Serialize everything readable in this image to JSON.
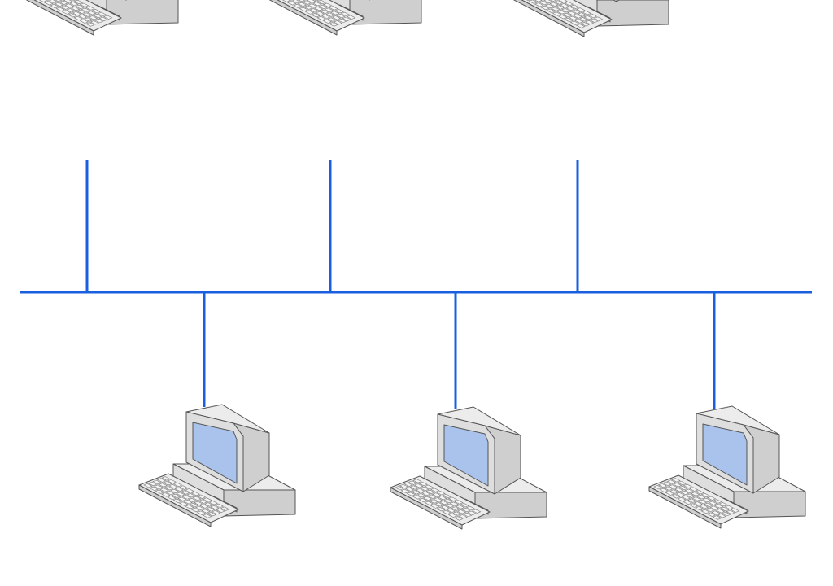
{
  "diagram": {
    "topology": "bus",
    "link_color": "#1a5fe0",
    "device_colors": {
      "screen": "#a9c3ec",
      "body_light": "#ececec",
      "body_mid": "#dedede",
      "body_dark": "#cfcfcf",
      "outline": "#555555"
    },
    "nodes": [
      {
        "id": "pc-1",
        "icon": "desktop-computer-icon",
        "row": "top",
        "order": 1
      },
      {
        "id": "pc-2",
        "icon": "desktop-computer-icon",
        "row": "top",
        "order": 2
      },
      {
        "id": "pc-3",
        "icon": "desktop-computer-icon",
        "row": "top",
        "order": 3
      },
      {
        "id": "pc-4",
        "icon": "desktop-computer-icon",
        "row": "bottom",
        "order": 1
      },
      {
        "id": "pc-5",
        "icon": "desktop-computer-icon",
        "row": "bottom",
        "order": 2
      },
      {
        "id": "pc-6",
        "icon": "desktop-computer-icon",
        "row": "bottom",
        "order": 3
      }
    ],
    "links": [
      {
        "from": "pc-1",
        "to": "bus"
      },
      {
        "from": "pc-2",
        "to": "bus"
      },
      {
        "from": "pc-3",
        "to": "bus"
      },
      {
        "from": "pc-4",
        "to": "bus"
      },
      {
        "from": "pc-5",
        "to": "bus"
      },
      {
        "from": "pc-6",
        "to": "bus"
      }
    ]
  }
}
